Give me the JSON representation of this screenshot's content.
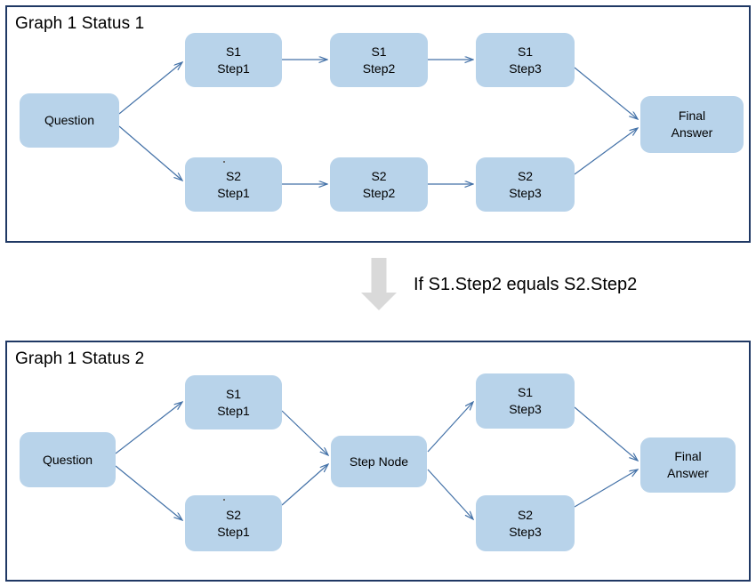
{
  "palette": {
    "frame_border": "#1f3864",
    "node_fill": "#b8d3ea",
    "edge_color": "#4472a8",
    "gray_arrow": "#d9d9d9",
    "text": "#000000",
    "background": "#ffffff"
  },
  "graph1": {
    "title": "Graph 1 Status 1",
    "nodes": [
      {
        "id": "g1-question",
        "line1": "Question",
        "line2": ""
      },
      {
        "id": "g1-s1-step1",
        "line1": "S1",
        "line2": "Step1"
      },
      {
        "id": "g1-s1-step2",
        "line1": "S1",
        "line2": "Step2"
      },
      {
        "id": "g1-s1-step3",
        "line1": "S1",
        "line2": "Step3"
      },
      {
        "id": "g1-s2-step1",
        "line1": "S2",
        "line2": "Step1"
      },
      {
        "id": "g1-s2-step2",
        "line1": "S2",
        "line2": "Step2"
      },
      {
        "id": "g1-s2-step3",
        "line1": "S2",
        "line2": "Step3"
      },
      {
        "id": "g1-final-answer",
        "line1": "Final",
        "line2": "Answer"
      }
    ],
    "edges": [
      {
        "from": "g1-question",
        "to": "g1-s1-step1"
      },
      {
        "from": "g1-question",
        "to": "g1-s2-step1"
      },
      {
        "from": "g1-s1-step1",
        "to": "g1-s1-step2"
      },
      {
        "from": "g1-s1-step2",
        "to": "g1-s1-step3"
      },
      {
        "from": "g1-s2-step1",
        "to": "g1-s2-step2"
      },
      {
        "from": "g1-s2-step2",
        "to": "g1-s2-step3"
      },
      {
        "from": "g1-s1-step3",
        "to": "g1-final-answer"
      },
      {
        "from": "g1-s2-step3",
        "to": "g1-final-answer"
      }
    ]
  },
  "transition": {
    "label": "If S1.Step2 equals S2.Step2",
    "arrow_direction": "down"
  },
  "graph2": {
    "title": "Graph 1 Status 2",
    "nodes": [
      {
        "id": "g2-question",
        "line1": "Question",
        "line2": ""
      },
      {
        "id": "g2-s1-step1",
        "line1": "S1",
        "line2": "Step1"
      },
      {
        "id": "g2-s2-step1",
        "line1": "S2",
        "line2": "Step1"
      },
      {
        "id": "g2-step-node",
        "line1": "Step Node",
        "line2": ""
      },
      {
        "id": "g2-s1-step3",
        "line1": "S1",
        "line2": "Step3"
      },
      {
        "id": "g2-s2-step3",
        "line1": "S2",
        "line2": "Step3"
      },
      {
        "id": "g2-final-answer",
        "line1": "Final",
        "line2": "Answer"
      }
    ],
    "edges": [
      {
        "from": "g2-question",
        "to": "g2-s1-step1"
      },
      {
        "from": "g2-question",
        "to": "g2-s2-step1"
      },
      {
        "from": "g2-s1-step1",
        "to": "g2-step-node"
      },
      {
        "from": "g2-s2-step1",
        "to": "g2-step-node"
      },
      {
        "from": "g2-step-node",
        "to": "g2-s1-step3"
      },
      {
        "from": "g2-step-node",
        "to": "g2-s2-step3"
      },
      {
        "from": "g2-s1-step3",
        "to": "g2-final-answer"
      },
      {
        "from": "g2-s2-step3",
        "to": "g2-final-answer"
      }
    ]
  }
}
